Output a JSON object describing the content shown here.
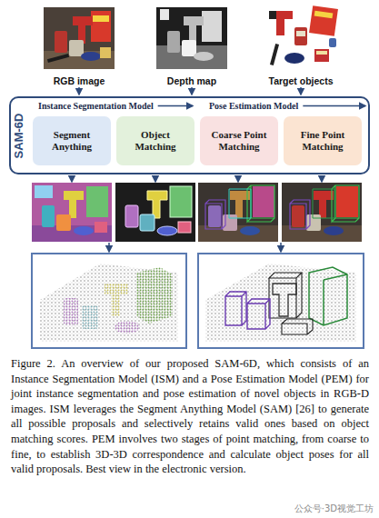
{
  "diagram": {
    "caption": "Figure 2. An overview of our proposed SAM-6D, which consists of an Instance Segmentation Model (ISM) and a Pose Estimation Model (PEM) for joint instance segmentation and pose estimation of novel objects in RGB-D images. ISM leverages the Segment Anything Model (SAM) [26] to generate all possible proposals and selectively retains valid ones based on object matching scores. PEM involves two stages of point matching, from coarse to fine, to establish 3D-3D correspondence and calculate object poses for all valid proposals. Best view in the electronic version.",
    "nodes": [
      {
        "text": [
          "SAM-6D"
        ]
      },
      {
        "text": [
          "Segment Anything"
        ],
        "in": 0
      },
      {
        "text": [
          "Object Matching"
        ],
        "in": 0
      },
      {
        "text": [
          "Coarse Point Matching"
        ],
        "in": 0
      },
      {
        "text": [
          "Fine Point Matching"
        ],
        "in": 0
      }
    ],
    "labels": [
      "RGB image",
      "Depth map",
      "Target objects",
      "Instance Segmentation Model",
      "Pose Estimation Model",
      "公众号·3D视觉工坊"
    ]
  }
}
